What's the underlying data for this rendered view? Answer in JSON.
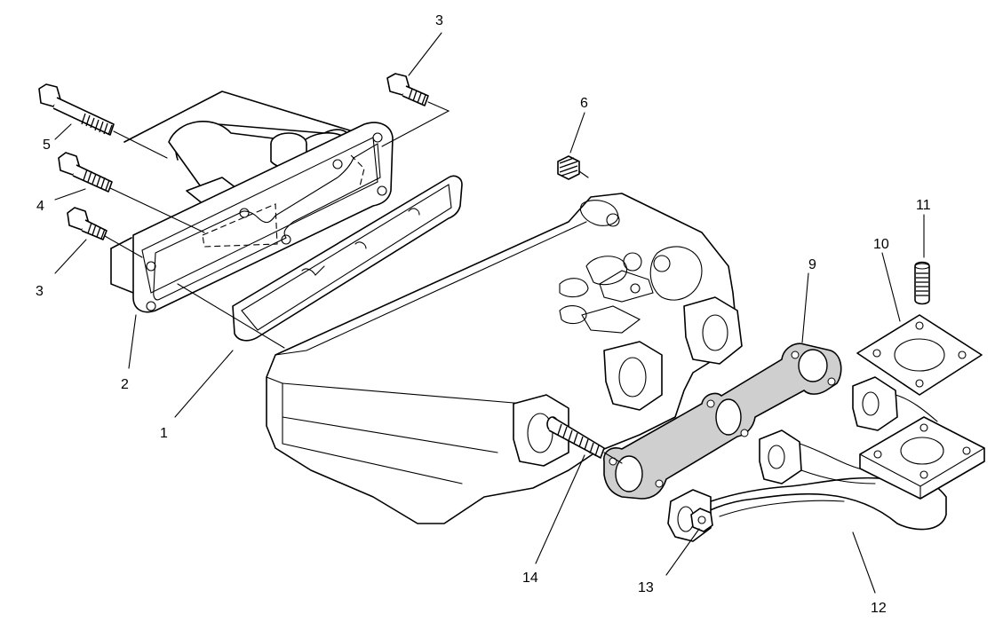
{
  "callouts": [
    {
      "id": "c1",
      "label": "1"
    },
    {
      "id": "c2",
      "label": "2"
    },
    {
      "id": "c3a",
      "label": "3"
    },
    {
      "id": "c3b",
      "label": "3"
    },
    {
      "id": "c4",
      "label": "4"
    },
    {
      "id": "c5",
      "label": "5"
    },
    {
      "id": "c6",
      "label": "6"
    },
    {
      "id": "c9",
      "label": "9"
    },
    {
      "id": "c10",
      "label": "10"
    },
    {
      "id": "c11",
      "label": "11"
    },
    {
      "id": "c12",
      "label": "12"
    },
    {
      "id": "c13",
      "label": "13"
    },
    {
      "id": "c14",
      "label": "14"
    }
  ]
}
